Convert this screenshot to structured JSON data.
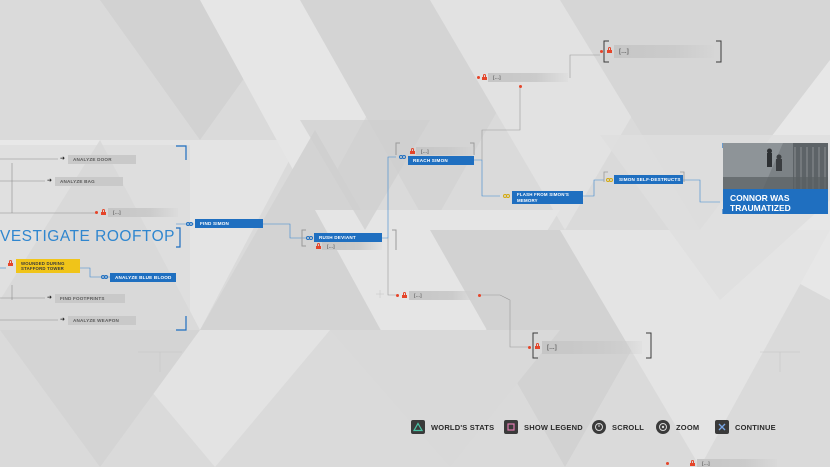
{
  "screen": {
    "chapter_title": "VESTIGATE ROOFTOP",
    "accent_color": "#1f6fc0",
    "locked_color": "#e5452a",
    "highlight_color": "#f0c419"
  },
  "left_nodes": [
    {
      "label": "ANALYZE DOOR",
      "style": "gray"
    },
    {
      "label": "ANALYZE BAG",
      "style": "gray"
    },
    {
      "label": "[...]",
      "style": "grayfade",
      "locked": true
    },
    {
      "label": "WOUNDED DURING STAFFORD TOWER",
      "style": "yellow"
    },
    {
      "label": "ANALYZE BLUE BLOOD",
      "style": "blue"
    },
    {
      "label": "FIND FOOTPRINTS",
      "style": "gray"
    },
    {
      "label": "ANALYZE WEAPON",
      "style": "gray"
    }
  ],
  "flow_nodes": {
    "find_simon": "FIND SIMON",
    "rush_deviant": "RUSH DEVIANT",
    "rush_locked": "[...]",
    "reach_locked": "[...]",
    "reach_simon": "REACH SIMON",
    "flash_memory": "FLASH FROM SIMON'S MEMORY",
    "self_destructs": "SIMON SELF-DESTRUCTS",
    "top_locked": "[...]",
    "top_right_locked": "[...]",
    "mid_locked": "[...]",
    "bottom_locked": "[...]",
    "bottom_edge_locked": "[...]"
  },
  "ending": {
    "label": "CONNOR WAS TRAUMATIZED"
  },
  "controls": [
    {
      "icon": "triangle-icon",
      "label": "WORLD'S STATS"
    },
    {
      "icon": "square-icon",
      "label": "SHOW LEGEND"
    },
    {
      "icon": "scroll-stick-icon",
      "label": "SCROLL"
    },
    {
      "icon": "zoom-stick-icon",
      "label": "ZOOM"
    },
    {
      "icon": "cross-icon",
      "label": "CONTINUE"
    }
  ]
}
